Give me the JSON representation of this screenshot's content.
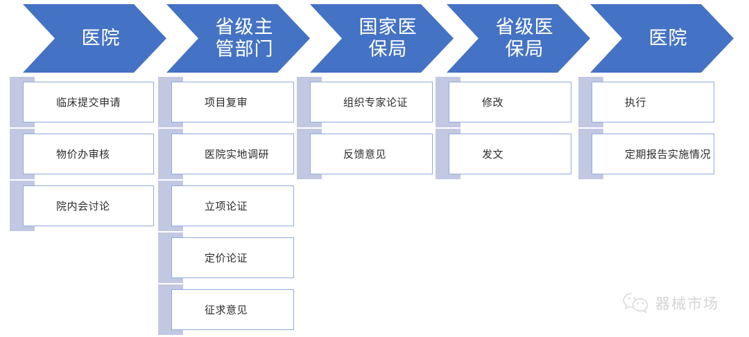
{
  "header": {
    "stages": [
      {
        "label": "医院"
      },
      {
        "label": "省级主\n管部门"
      },
      {
        "label": "国家医\n保局"
      },
      {
        "label": "省级医\n保局"
      },
      {
        "label": "医院"
      }
    ]
  },
  "columns": [
    {
      "stage": "医院",
      "steps": [
        {
          "label": "临床提交申请"
        },
        {
          "label": "物价办审核"
        },
        {
          "label": "院内会讨论"
        }
      ]
    },
    {
      "stage": "省级主管部门",
      "steps": [
        {
          "label": "项目复审"
        },
        {
          "label": "医院实地调研"
        },
        {
          "label": "立项论证"
        },
        {
          "label": "定价论证"
        },
        {
          "label": "征求意见"
        }
      ]
    },
    {
      "stage": "国家医保局",
      "steps": [
        {
          "label": "组织专家论证"
        },
        {
          "label": "反馈意见"
        }
      ]
    },
    {
      "stage": "省级医保局",
      "steps": [
        {
          "label": "修改"
        },
        {
          "label": "发文"
        }
      ]
    },
    {
      "stage": "医院",
      "steps": [
        {
          "label": "执行"
        },
        {
          "label": "定期报告实施情况"
        }
      ]
    }
  ],
  "watermark": {
    "icon": "wechat-icon",
    "text": "器械市场"
  },
  "colors": {
    "chevron_fill": "#4472c4",
    "chevron_text": "#ffffff",
    "box_accent": "#c2c8e2",
    "box_border": "#8faadc",
    "box_fill": "#ffffff",
    "label_text": "#2b2b2b",
    "watermark_text": "#9b9b9b",
    "background": "#ffffff"
  }
}
